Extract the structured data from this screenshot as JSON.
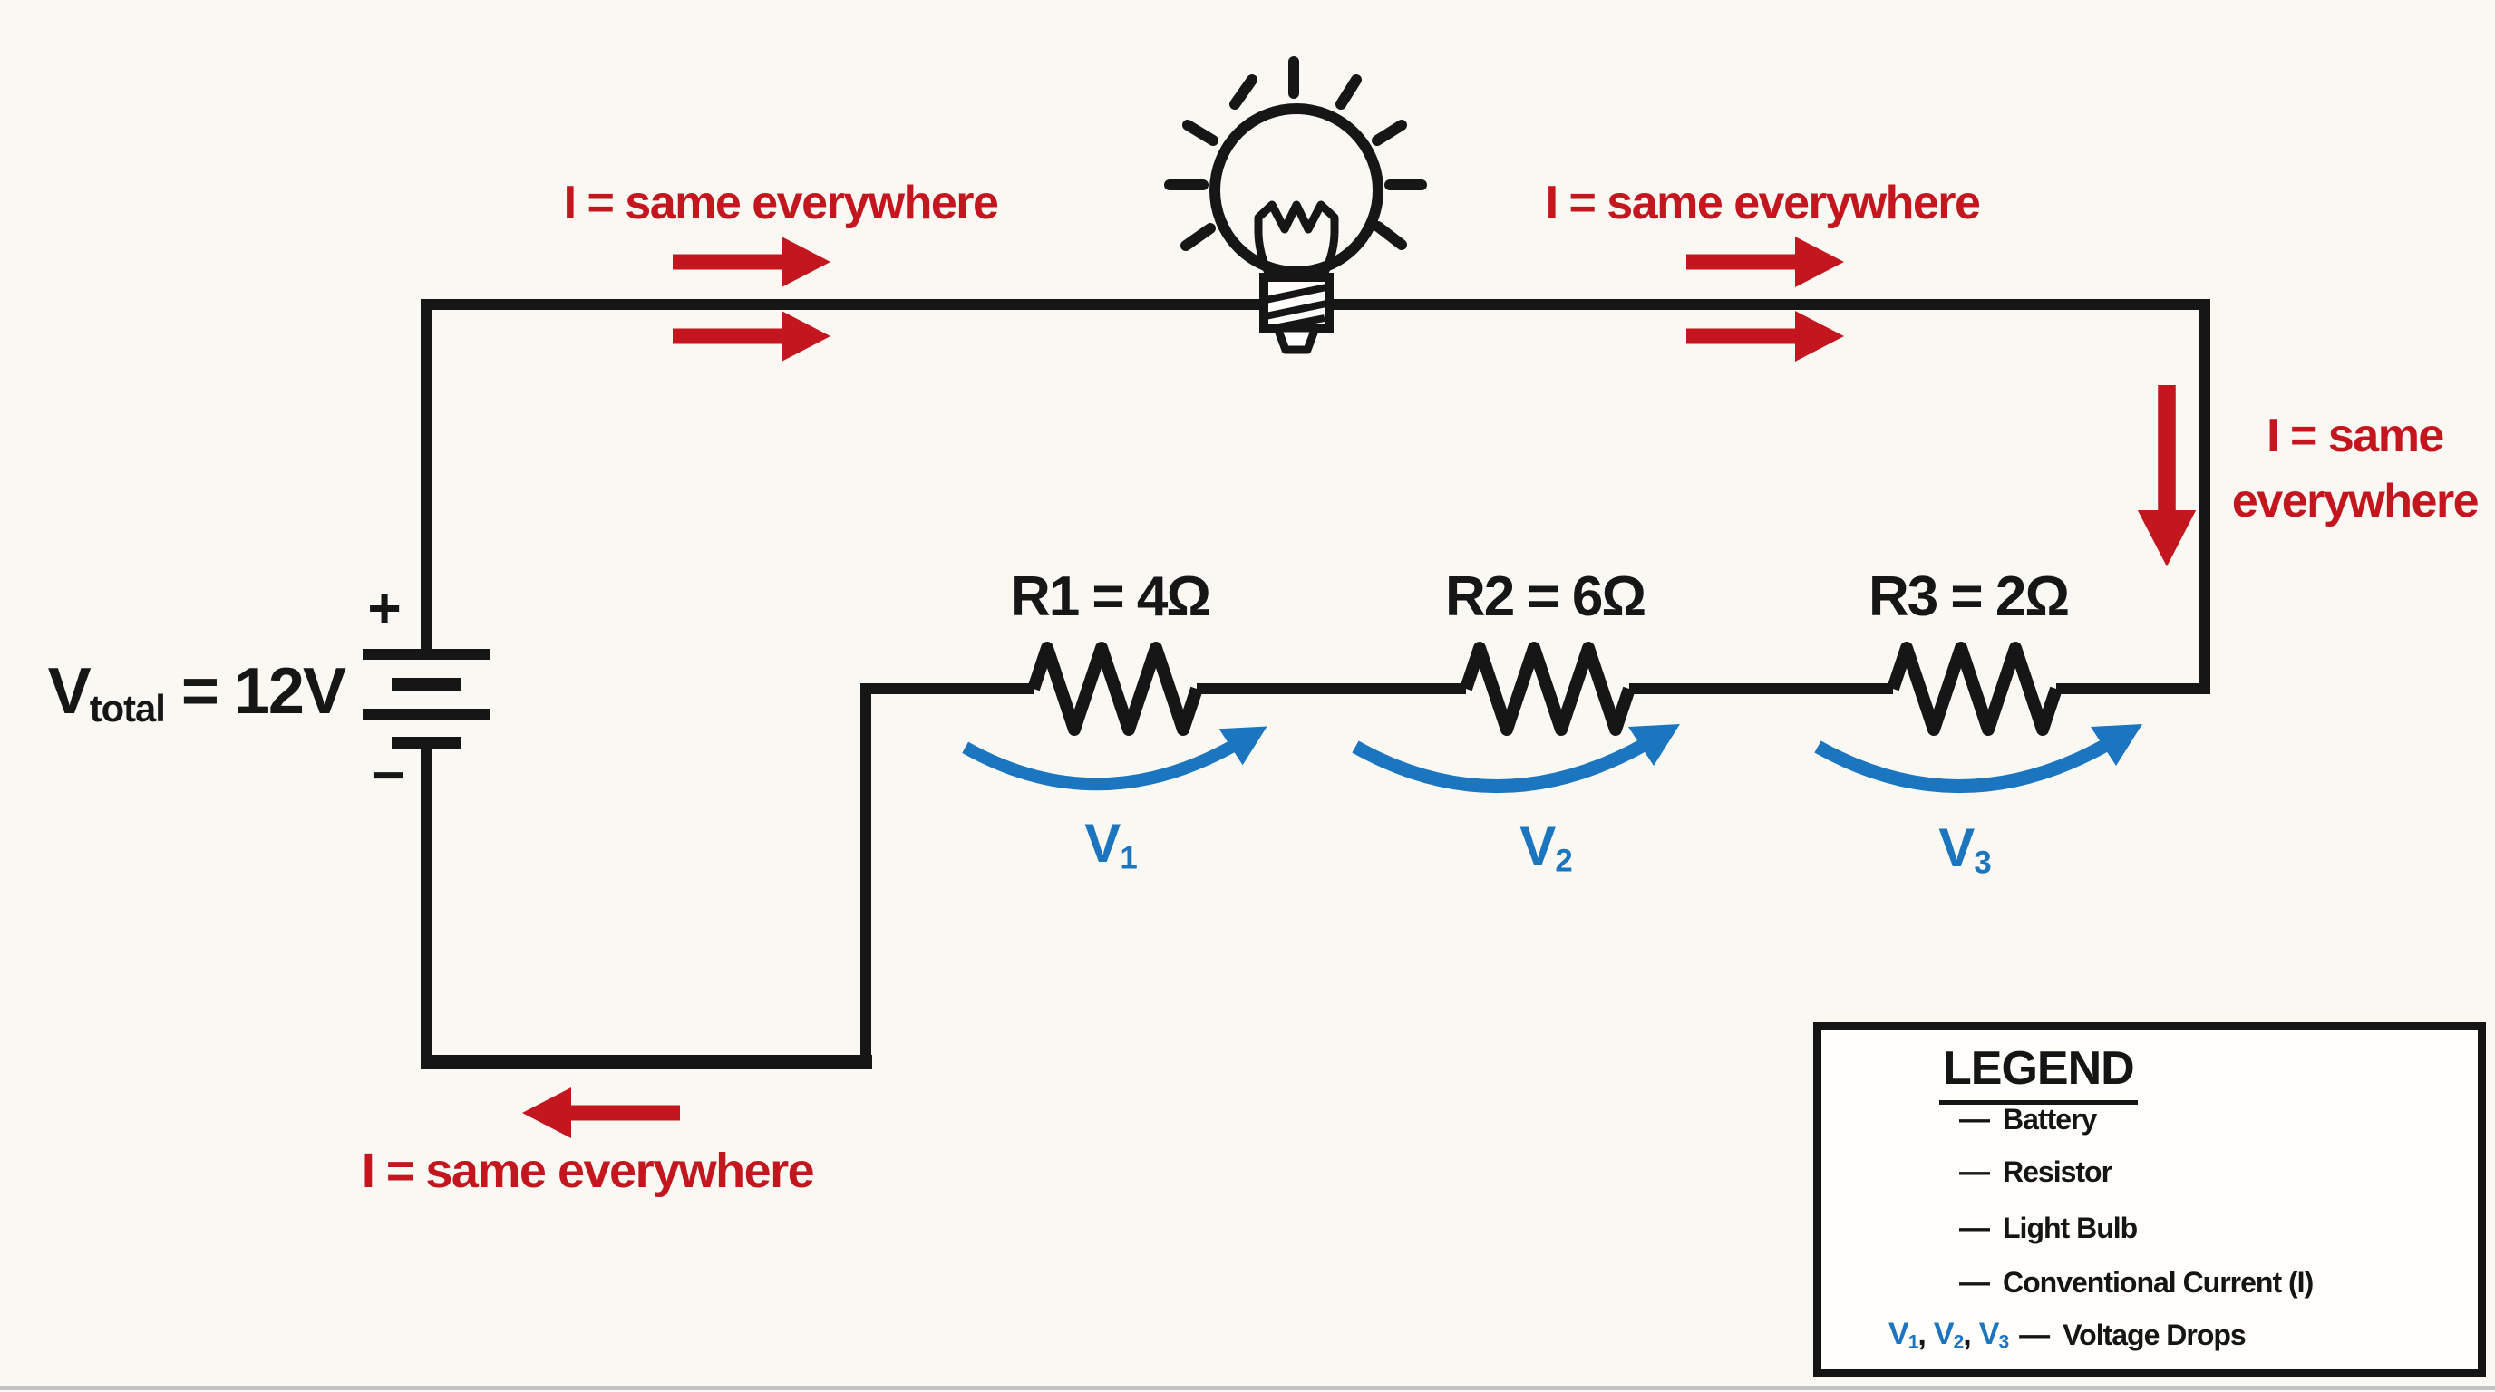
{
  "figure": {
    "type": "series-circuit-diagram"
  },
  "colors": {
    "wire_black": "#161616",
    "current_red": "#c3161f",
    "voltage_blue": "#1b75bf",
    "background": "#faf8f2",
    "legend_background": "#fffefb",
    "bottom_strip_gray": "#c2c2c2"
  },
  "battery": {
    "base": "V",
    "sub": "total",
    "rest": " = 12V",
    "plus_sign": "+",
    "minus_sign": "−"
  },
  "current_labels": {
    "top_left": "I = same everywhere",
    "top_right": "I = same everywhere",
    "right_line1": "I = same",
    "right_line2": "everywhere",
    "bottom": "I = same everywhere"
  },
  "resistors": [
    {
      "name": "R1",
      "label": "R1 = 4Ω"
    },
    {
      "name": "R2",
      "label": "R2 = 6Ω"
    },
    {
      "name": "R3",
      "label": "R3 = 2Ω"
    }
  ],
  "voltage_drops": [
    {
      "base": "V",
      "sub": "1"
    },
    {
      "base": "V",
      "sub": "2"
    },
    {
      "base": "V",
      "sub": "3"
    }
  ],
  "legend": {
    "title": "LEGEND",
    "dash": "—",
    "comma": ", ",
    "rows": [
      {
        "symbol": "battery-line",
        "label": "Battery"
      },
      {
        "symbol": "resistor-zigzag",
        "label": "Resistor"
      },
      {
        "symbol": "light-bulb",
        "label": "Light Bulb"
      },
      {
        "symbol": "conventional-current-arrow",
        "label": "Conventional Current (I)"
      },
      {
        "symbol": "voltage-drop-arrow",
        "label": "Voltage Drops",
        "terms": [
          {
            "base": "V",
            "sub": "1"
          },
          {
            "base": "V",
            "sub": "2"
          },
          {
            "base": "V",
            "sub": "3"
          }
        ]
      }
    ]
  }
}
